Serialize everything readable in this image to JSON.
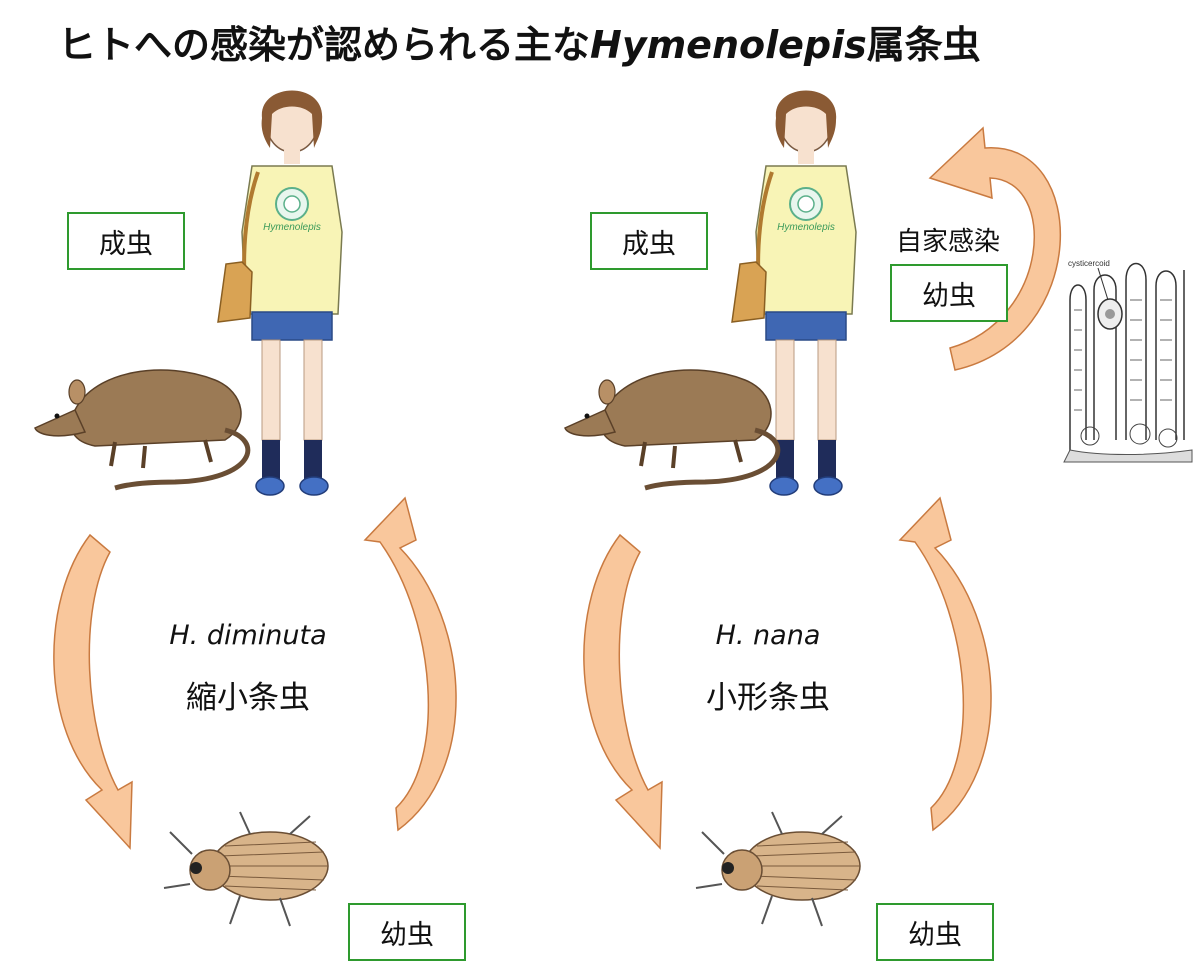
{
  "title": {
    "prefix": "ヒトへの感染が認められる主な",
    "genus": "Hymenolepis",
    "suffix": "属条虫"
  },
  "left_cycle": {
    "adult_label": "成虫",
    "larva_label": "幼虫",
    "species_scientific": "H. diminuta",
    "species_japanese": "縮小条虫"
  },
  "right_cycle": {
    "adult_label": "成虫",
    "larva_label": "幼虫",
    "autoinfection_label": "自家感染",
    "autoinfection_larva_label": "幼虫",
    "species_scientific": "H. nana",
    "species_japanese": "小形条虫"
  },
  "figure_text": {
    "shirt_text": "Hymenolepis",
    "histology_label": "cysticercoid"
  },
  "colors": {
    "arrow_fill": "#f9c79c",
    "arrow_stroke": "#c97a40",
    "box_border": "#2e9a2e"
  }
}
